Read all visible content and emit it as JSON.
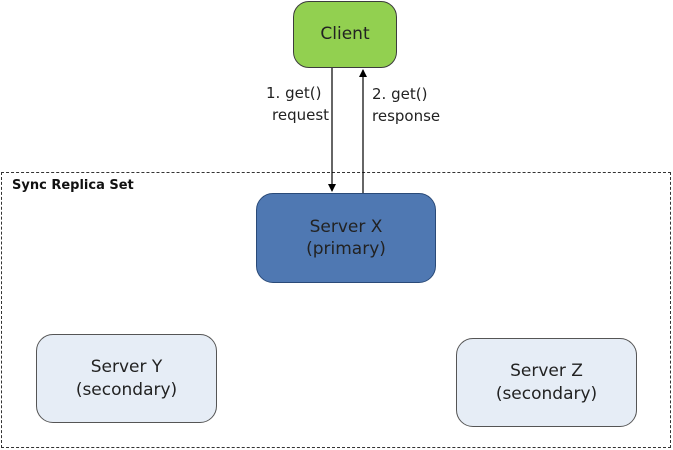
{
  "client": {
    "label": "Client"
  },
  "request": {
    "line1": "1. get()",
    "line2": "request"
  },
  "response": {
    "line1": "2. get()",
    "line2": "response"
  },
  "replica_set": {
    "label": "Sync Replica Set"
  },
  "server_x": {
    "name": "Server X",
    "role": "(primary)"
  },
  "server_y": {
    "name": "Server Y",
    "role": "(secondary)"
  },
  "server_z": {
    "name": "Server Z",
    "role": "(secondary)"
  },
  "colors": {
    "client_fill": "#92d050",
    "primary_fill": "#4f78b2",
    "secondary_fill": "#e6edf6"
  }
}
